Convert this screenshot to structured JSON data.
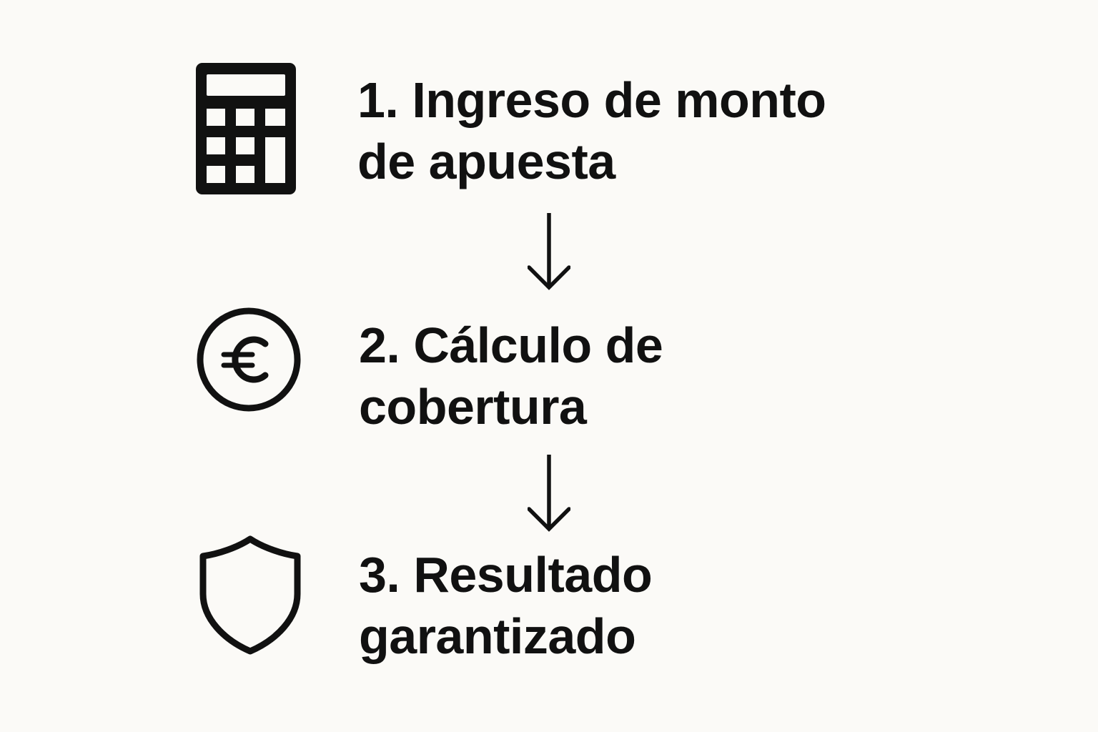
{
  "steps": [
    {
      "icon": "calculator-icon",
      "line1": "1. Ingreso de monto",
      "line2": "de apuesta"
    },
    {
      "icon": "euro-coin-icon",
      "line1": "2. Cálculo de",
      "line2": "cobertura"
    },
    {
      "icon": "shield-icon",
      "line1": "3. Resultado",
      "line2": "garantizado"
    }
  ],
  "colors": {
    "background": "#fbfaf7",
    "foreground": "#111111"
  }
}
